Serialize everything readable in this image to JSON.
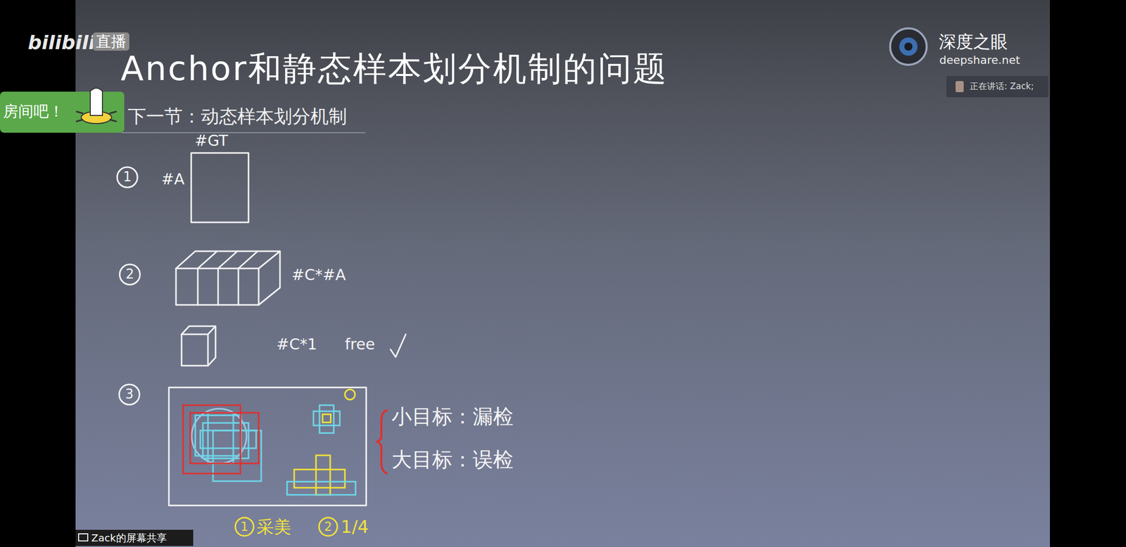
{
  "diagram": {
    "title": "Anchor和静态样本划分机制的问题",
    "labels": [
      "bilibili",
      "直播",
      "房间吧！",
      "下一节：动态样本划分机制",
      "深度之眼",
      "deepshare.net",
      "正在讲话: Zack;",
      "1",
      "#GT",
      "#A",
      "2",
      "#C*#A",
      "#C*1",
      "free",
      "3",
      "小目标：漏检",
      "大目标：误检",
      "1",
      "采美",
      "2",
      "1/4",
      "Zack的屏幕共享"
    ]
  }
}
